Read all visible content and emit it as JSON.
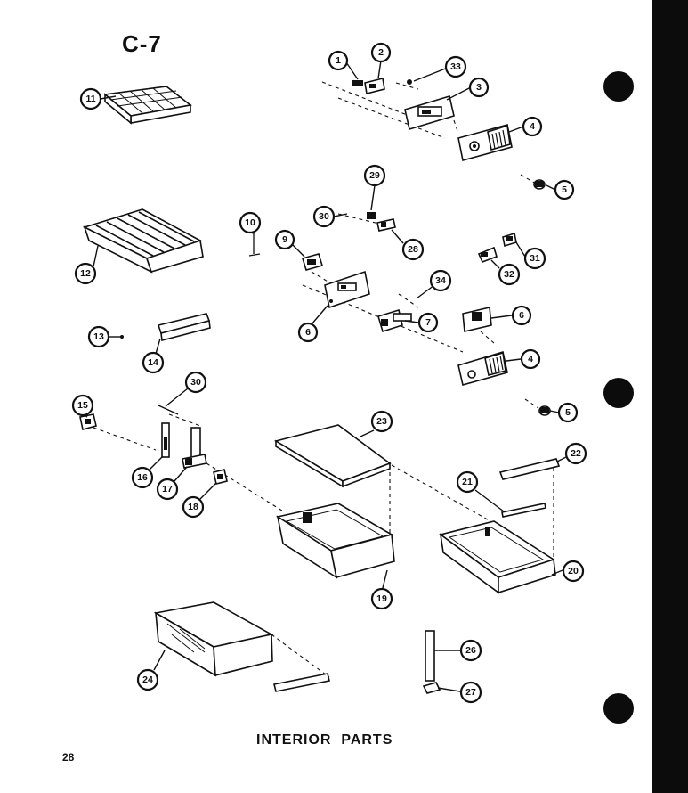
{
  "header": {
    "diagram_code": "C-7"
  },
  "footer": {
    "title": "INTERIOR  PARTS",
    "page_number": "28"
  },
  "callouts": [
    {
      "id": "1",
      "label": "1"
    },
    {
      "id": "2",
      "label": "2"
    },
    {
      "id": "33",
      "label": "33"
    },
    {
      "id": "3",
      "label": "3"
    },
    {
      "id": "4a",
      "label": "4"
    },
    {
      "id": "5a",
      "label": "5"
    },
    {
      "id": "11",
      "label": "11"
    },
    {
      "id": "29",
      "label": "29"
    },
    {
      "id": "30a",
      "label": "30"
    },
    {
      "id": "28",
      "label": "28"
    },
    {
      "id": "10",
      "label": "10"
    },
    {
      "id": "9",
      "label": "9"
    },
    {
      "id": "12",
      "label": "12"
    },
    {
      "id": "31",
      "label": "31"
    },
    {
      "id": "32",
      "label": "32"
    },
    {
      "id": "34",
      "label": "34"
    },
    {
      "id": "6a",
      "label": "6"
    },
    {
      "id": "6b",
      "label": "6"
    },
    {
      "id": "7",
      "label": "7"
    },
    {
      "id": "13",
      "label": "13"
    },
    {
      "id": "14",
      "label": "14"
    },
    {
      "id": "4b",
      "label": "4"
    },
    {
      "id": "30b",
      "label": "30"
    },
    {
      "id": "15",
      "label": "15"
    },
    {
      "id": "5b",
      "label": "5"
    },
    {
      "id": "23",
      "label": "23"
    },
    {
      "id": "22",
      "label": "22"
    },
    {
      "id": "16",
      "label": "16"
    },
    {
      "id": "17",
      "label": "17"
    },
    {
      "id": "21",
      "label": "21"
    },
    {
      "id": "18",
      "label": "18"
    },
    {
      "id": "20",
      "label": "20"
    },
    {
      "id": "19",
      "label": "19"
    },
    {
      "id": "26",
      "label": "26"
    },
    {
      "id": "24",
      "label": "24"
    },
    {
      "id": "27",
      "label": "27"
    }
  ]
}
